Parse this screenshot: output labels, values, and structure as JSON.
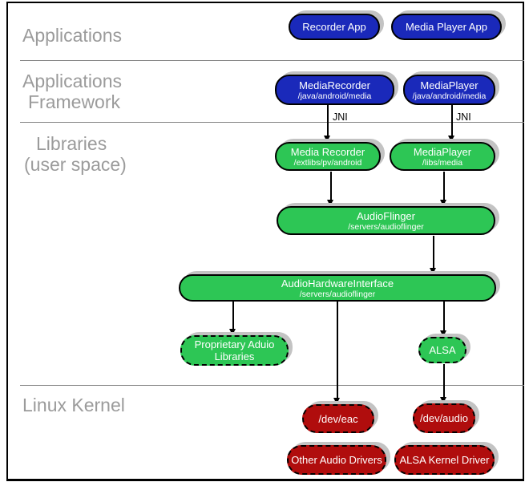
{
  "title": "Android audio architecture diagram",
  "colors": {
    "blue": "#1a29ba",
    "green": "#2dc655",
    "red": "#b00d0d",
    "shadow": "#c3c3c3",
    "label_gray": "#9b9b9b"
  },
  "sections": {
    "applications": "Applications",
    "framework_line1": "Applications",
    "framework_line2": "Framework",
    "libraries_line1": "Libraries",
    "libraries_line2": "(user space)",
    "linux_kernel": "Linux Kernel"
  },
  "edges": {
    "jni_left": "JNI",
    "jni_right": "JNI"
  },
  "nodes": {
    "recorder_app": {
      "label": "Recorder App"
    },
    "media_player_app": {
      "label": "Media Player App"
    },
    "media_recorder_fw": {
      "label": "MediaRecorder",
      "sublabel": "/java/android/media"
    },
    "media_player_fw": {
      "label": "MediaPlayer",
      "sublabel": "/java/android/media"
    },
    "media_recorder_lib": {
      "label": "Media Recorder",
      "sublabel": "/extlibs/pv/android"
    },
    "media_player_lib": {
      "label": "MediaPlayer",
      "sublabel": "/libs/media"
    },
    "audioflinger": {
      "label": "AudioFlinger",
      "sublabel": "/servers/audioflinger"
    },
    "audio_hardware_interface": {
      "label": "AudioHardwareInterface",
      "sublabel": "/servers/audioflinger"
    },
    "proprietary_audio_libraries": {
      "label": "Proprietary Aduio",
      "label2": "Libraries"
    },
    "alsa": {
      "label": "ALSA"
    },
    "dev_eac": {
      "label": "/dev/eac"
    },
    "dev_audio": {
      "label": "/dev/audio"
    },
    "other_audio_drivers": {
      "label": "Other Audio Drivers"
    },
    "alsa_kernel_driver": {
      "label": "ALSA Kernel Driver"
    }
  }
}
